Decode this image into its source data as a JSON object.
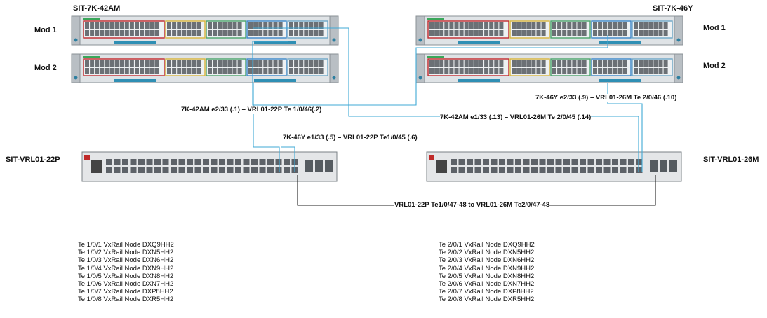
{
  "switches": {
    "left_name": "SIT-7K-42AM",
    "right_name": "SIT-7K-46Y",
    "mod1": "Mod 1",
    "mod2": "Mod 2"
  },
  "leafs": {
    "left_name": "SIT-VRL01-22P",
    "right_name": "SIT-VRL01-26M"
  },
  "links": {
    "l1": "7K-42AM e2/33 (.1) – VRL01-22P Te 1/0/46(.2)",
    "l2": "7K-46Y e1/33 (.5) – VRL01-22P Te1/0/45 (.6)",
    "l3": "7K-42AM e1/33 (.13) – VRL01-26M Te 2/0/45 (.14)",
    "l4": "7K-46Y e2/33 (.9) – VRL01-26M Te 2/0/46 (.10)",
    "l5": "VRL01-22P Te1/0/47-48 to VRL01-26M Te2/0/47-48"
  },
  "ports_left": [
    "Te 1/0/1  VxRail Node DXQ9HH2",
    "Te 1/0/2 VxRail Node DXN5HH2",
    "Te 1/0/3 VxRail Node DXN6HH2",
    "Te 1/0/4 VxRail Node DXN9HH2",
    "Te 1/0/5 VxRail Node DXN8HH2",
    "Te 1/0/6 VxRail Node DXN7HH2",
    "Te 1/0/7 VxRail Node DXP8HH2",
    "Te 1/0/8 VxRail Node DXR5HH2"
  ],
  "ports_right": [
    "Te 2/0/1 VxRail Node DXQ9HH2",
    "Te 2/0/2 VxRail Node DXN5HH2",
    "Te 2/0/3 VxRail Node DXN6HH2",
    "Te 2/0/4 VxRail Node DXN9HH2",
    "Te 2/0/5 VxRail Node DXN8HH2",
    "Te 2/0/6 VxRail Node DXN7HH2",
    "Te 2/0/7 VxRail Node DXP8HH2",
    "Te 2/0/8 VxRail Node DXR5HH2"
  ],
  "colors": {
    "link_blue": "#3fa9d6",
    "link_dark": "#222222",
    "group_red": "#c0282c",
    "group_yellow": "#d8b43a",
    "group_green": "#4aa36a",
    "group_blue": "#3a86c8"
  }
}
